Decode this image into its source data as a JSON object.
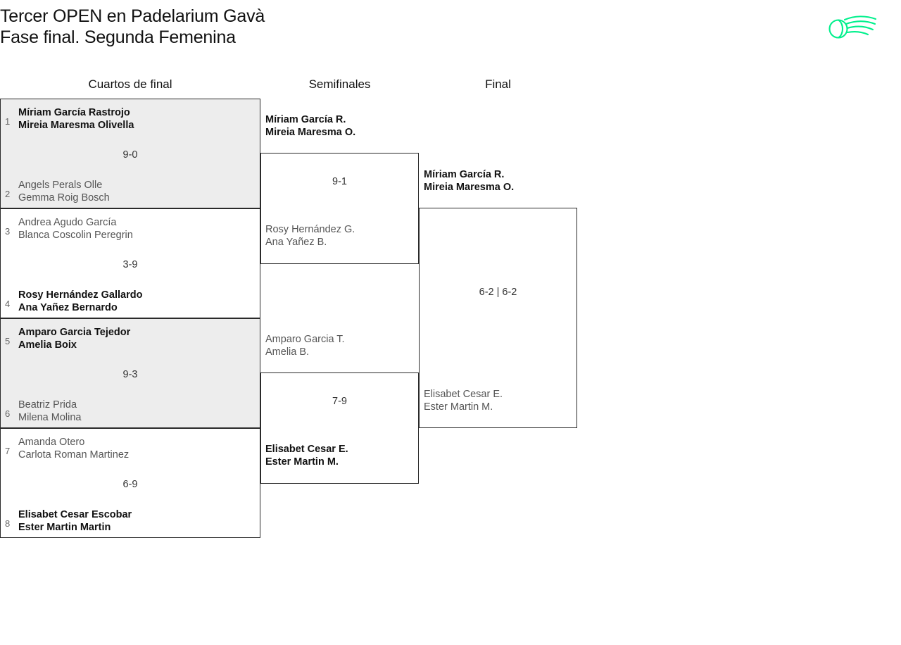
{
  "header": {
    "title_line_1": "Tercer OPEN en Padelarium Gavà",
    "title_line_2": "Fase final. Segunda Femenina",
    "logo_name": "padelarium-swoosh-logo",
    "logo_color": "#00F08C"
  },
  "rounds": [
    {
      "label": "Cuartos de final"
    },
    {
      "label": "Semifinales"
    },
    {
      "label": "Final"
    }
  ],
  "quarterfinals": [
    {
      "score": "9-0",
      "top": {
        "seed": "1",
        "player1": "Míriam García Rastrojo",
        "player2": "Mireia Maresma Olivella",
        "result": "winner"
      },
      "bottom": {
        "seed": "2",
        "player1": "Angels Perals Olle",
        "player2": "Gemma Roig Bosch",
        "result": "loser"
      }
    },
    {
      "score": "3-9",
      "top": {
        "seed": "3",
        "player1": "Andrea Agudo García",
        "player2": "Blanca Coscolin Peregrin",
        "result": "loser"
      },
      "bottom": {
        "seed": "4",
        "player1": "Rosy Hernández Gallardo",
        "player2": "Ana Yañez Bernardo",
        "result": "winner"
      }
    },
    {
      "score": "9-3",
      "top": {
        "seed": "5",
        "player1": "Amparo Garcia Tejedor",
        "player2": "Amelia Boix",
        "result": "winner"
      },
      "bottom": {
        "seed": "6",
        "player1": "Beatriz Prida",
        "player2": "Milena Molina",
        "result": "loser"
      }
    },
    {
      "score": "6-9",
      "top": {
        "seed": "7",
        "player1": "Amanda Otero",
        "player2": "Carlota Roman Martinez",
        "result": "loser"
      },
      "bottom": {
        "seed": "8",
        "player1": "Elisabet Cesar Escobar",
        "player2": "Ester Martin Martin",
        "result": "winner"
      }
    }
  ],
  "semifinals": [
    {
      "score": "9-1",
      "top": {
        "player1": "Míriam García R.",
        "player2": "Mireia Maresma O.",
        "result": "winner"
      },
      "bottom": {
        "player1": "Rosy Hernández G.",
        "player2": "Ana Yañez B.",
        "result": "loser"
      }
    },
    {
      "score": "7-9",
      "top": {
        "player1": "Amparo Garcia T.",
        "player2": "Amelia B.",
        "result": "loser"
      },
      "bottom": {
        "player1": "Elisabet Cesar E.",
        "player2": "Ester Martin M.",
        "result": "winner"
      }
    }
  ],
  "final": {
    "score": "6-2 | 6-2",
    "top": {
      "player1": "Míriam García R.",
      "player2": "Mireia Maresma O.",
      "result": "winner"
    },
    "bottom": {
      "player1": "Elisabet Cesar E.",
      "player2": "Ester Martin M.",
      "result": "loser"
    }
  }
}
